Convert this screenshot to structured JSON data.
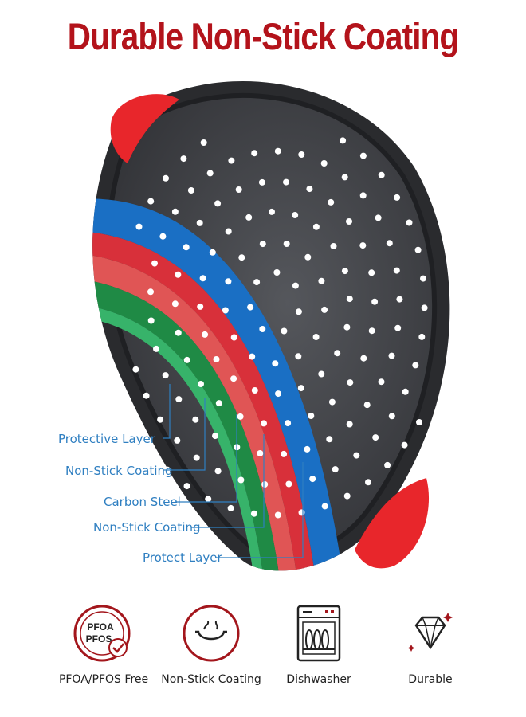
{
  "title": "Durable Non-Stick Coating",
  "layers": [
    {
      "label": "Protective Layer",
      "color": "#1a6fc4"
    },
    {
      "label": "Non-Stick Coating",
      "color": "#d8303a"
    },
    {
      "label": "Carbon Steel",
      "color": "#e05555"
    },
    {
      "label": "Non-Stick Coating",
      "color": "#1f8a45"
    },
    {
      "label": "Protect Layer",
      "color": "#37b36a"
    }
  ],
  "features": [
    {
      "label": "PFOA/PFOS Free",
      "icon": "pfoa-pfos-badge-icon",
      "badge_line1": "PFOA",
      "badge_line2": "PFOS"
    },
    {
      "label": "Non-Stick Coating",
      "icon": "nonstick-pan-icon"
    },
    {
      "label": "Dishwasher",
      "icon": "dishwasher-icon"
    },
    {
      "label": "Durable",
      "icon": "diamond-icon"
    }
  ],
  "colors": {
    "title": "#b3131b",
    "label": "#2f7fc1",
    "pan": "#3a3b3f",
    "handle": "#e8262b",
    "icon_red": "#a3161c"
  }
}
